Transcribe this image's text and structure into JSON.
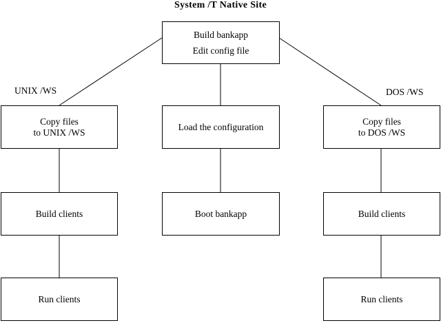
{
  "title": "System /T Native Site",
  "column_labels": {
    "unix": "UNIX /WS",
    "dos": "DOS /WS"
  },
  "boxes": {
    "build_bankapp": {
      "lines": [
        "Build bankapp",
        "Edit config file"
      ]
    },
    "copy_files_unix": {
      "lines": [
        "Copy files",
        "to UNIX /WS"
      ]
    },
    "load_configuration": {
      "lines": [
        "Load the configuration"
      ]
    },
    "copy_files_dos": {
      "lines": [
        "Copy files",
        "to DOS /WS"
      ]
    },
    "build_clients_unix": {
      "lines": [
        "Build clients"
      ]
    },
    "boot_bankapp": {
      "lines": [
        "Boot bankapp"
      ]
    },
    "build_clients_dos": {
      "lines": [
        "Build clients"
      ]
    },
    "run_clients_unix": {
      "lines": [
        "Run clients"
      ]
    },
    "run_clients_dos": {
      "lines": [
        "Run clients"
      ]
    }
  },
  "colors": {
    "background": "#ffffff",
    "line": "#000000",
    "text": "#000000"
  }
}
